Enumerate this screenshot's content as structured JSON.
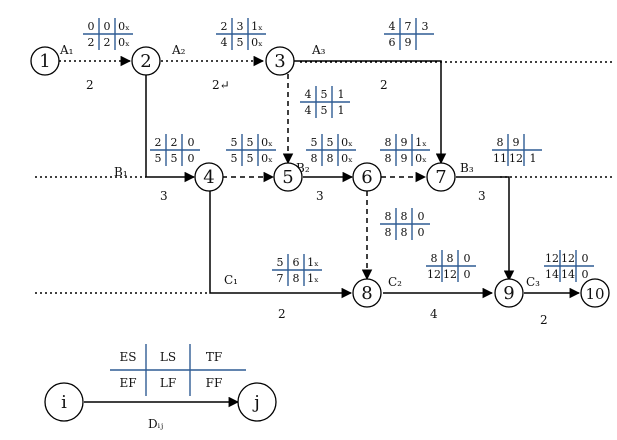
{
  "nodes": [
    {
      "id": "n1",
      "label": "1"
    },
    {
      "id": "n2",
      "label": "2"
    },
    {
      "id": "n3",
      "label": "3"
    },
    {
      "id": "n4",
      "label": "4"
    },
    {
      "id": "n5",
      "label": "5"
    },
    {
      "id": "n6",
      "label": "6"
    },
    {
      "id": "n7",
      "label": "7"
    },
    {
      "id": "n8",
      "label": "8"
    },
    {
      "id": "n9",
      "label": "9"
    },
    {
      "id": "n10",
      "label": "10"
    }
  ],
  "activities": [
    {
      "id": "a1",
      "label": "A₁",
      "duration": "2"
    },
    {
      "id": "a2",
      "label": "A₂",
      "duration": "2↵"
    },
    {
      "id": "a3",
      "label": "A₃",
      "duration": "2"
    },
    {
      "id": "b1",
      "label": "B₁",
      "duration": "3"
    },
    {
      "id": "b2",
      "label": "B₂",
      "duration": "3"
    },
    {
      "id": "b3",
      "label": "B₃",
      "duration": "3"
    },
    {
      "id": "c1",
      "label": "C₁",
      "duration": "2"
    },
    {
      "id": "c2",
      "label": "C₂",
      "duration": "4"
    },
    {
      "id": "c3",
      "label": "C₃",
      "duration": "2"
    }
  ],
  "time_boxes": [
    {
      "id": "a1",
      "top": [
        "0",
        "0",
        "0ₓ"
      ],
      "bottom": [
        "2",
        "2",
        "0ₓ"
      ]
    },
    {
      "id": "a2",
      "top": [
        "2",
        "3",
        "1ₓ"
      ],
      "bottom": [
        "4",
        "5",
        "0ₓ"
      ]
    },
    {
      "id": "a3",
      "top": [
        "4",
        "7",
        "3"
      ],
      "bottom": [
        "6",
        "9",
        ""
      ]
    },
    {
      "id": "d35",
      "top": [
        "4",
        "5",
        "1"
      ],
      "bottom": [
        "4",
        "5",
        "1"
      ]
    },
    {
      "id": "b1",
      "top": [
        "2",
        "2",
        "0"
      ],
      "bottom": [
        "5",
        "5",
        "0"
      ]
    },
    {
      "id": "d45",
      "top": [
        "5",
        "5",
        "0ₓ"
      ],
      "bottom": [
        "5",
        "5",
        "0ₓ"
      ]
    },
    {
      "id": "b2",
      "top": [
        "5",
        "5",
        "0ₓ"
      ],
      "bottom": [
        "8",
        "8",
        "0ₓ"
      ]
    },
    {
      "id": "d67",
      "top": [
        "8",
        "9",
        "1ₓ"
      ],
      "bottom": [
        "8",
        "9",
        "0ₓ"
      ]
    },
    {
      "id": "b3",
      "top": [
        "8",
        "9",
        ""
      ],
      "bottom": [
        "11",
        "12",
        "1"
      ]
    },
    {
      "id": "d68",
      "top": [
        "8",
        "8",
        "0"
      ],
      "bottom": [
        "8",
        "8",
        "0"
      ]
    },
    {
      "id": "c1",
      "top": [
        "5",
        "6",
        "1ₓ"
      ],
      "bottom": [
        "7",
        "8",
        "1ₓ"
      ]
    },
    {
      "id": "c2",
      "top": [
        "8",
        "8",
        "0"
      ],
      "bottom": [
        "12",
        "12",
        "0"
      ]
    },
    {
      "id": "c3",
      "top": [
        "12",
        "12",
        "0"
      ],
      "bottom": [
        "14",
        "14",
        "0"
      ]
    }
  ],
  "legend": {
    "start_node": "i",
    "end_node": "j",
    "activity_label": "Dᵢⱼ",
    "headers_top": [
      "ES",
      "LS",
      "TF"
    ],
    "headers_bottom": [
      "EF",
      "LF",
      "FF"
    ]
  },
  "colors": {
    "grid_line": "#2f5c94",
    "arrow": "#000000"
  }
}
